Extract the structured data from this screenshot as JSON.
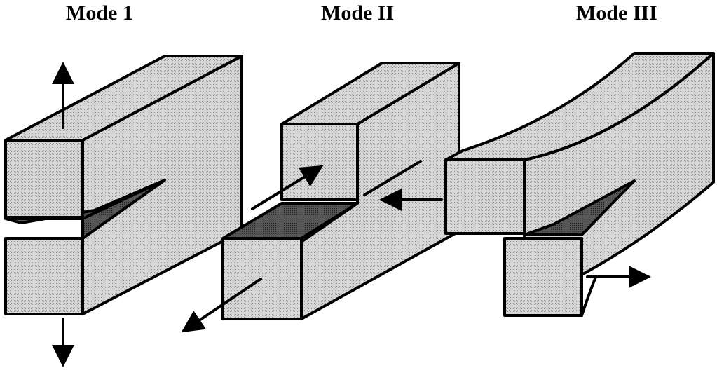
{
  "labels": {
    "mode_1": "Mode 1",
    "mode_2": "Mode II",
    "mode_3": "Mode III"
  },
  "colors": {
    "face_light": "#d4d4d4",
    "face_mid": "#c2c2c2",
    "face_dark": "#b0b0b0",
    "crack_surface": "#4a4a4a",
    "outline": "#000000"
  }
}
